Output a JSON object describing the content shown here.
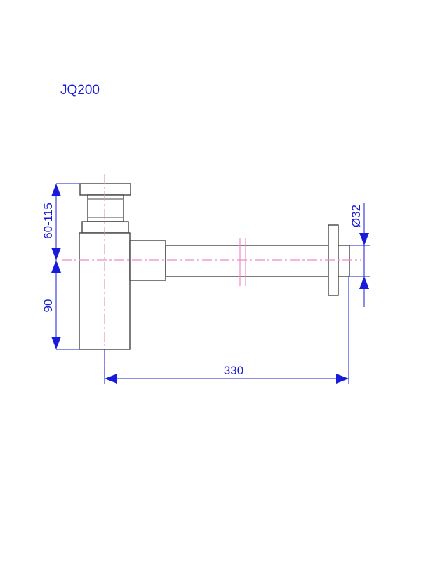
{
  "title": "JQ200",
  "dimensions": {
    "height_adjust": "60-115",
    "height_lower": "90",
    "diameter": "Ø32",
    "length": "330"
  },
  "colors": {
    "annotation": "#1a1adb",
    "outline": "#444444",
    "centerline": "#ee8cc6",
    "background": "#ffffff"
  }
}
